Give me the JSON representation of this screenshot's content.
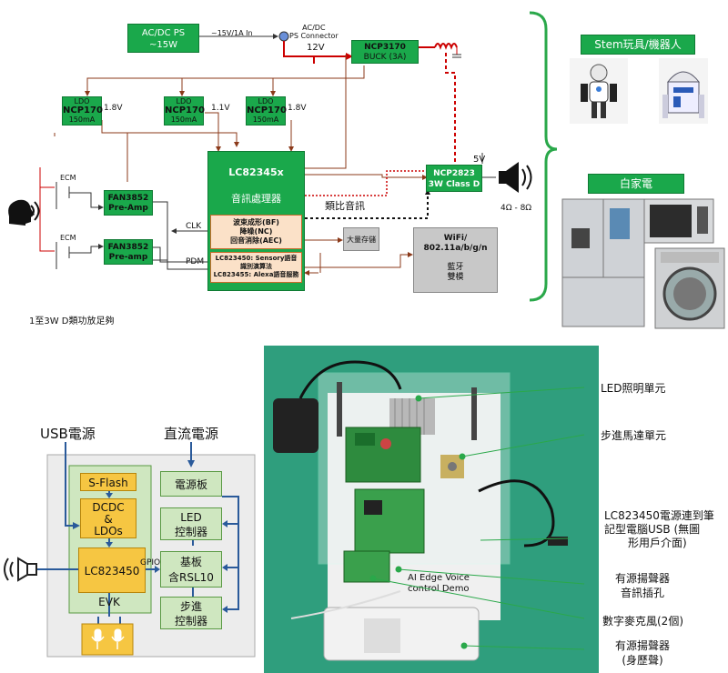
{
  "top": {
    "acdc_ps": {
      "line1": "AC/DC PS",
      "line2": "~15W"
    },
    "input_label": "~15V/1A In",
    "connector_label": {
      "line1": "AC/DC",
      "line2": "PS Connector"
    },
    "v12": "12V",
    "buck": {
      "line1": "NCP3170",
      "line2": "BUCK (3A)"
    },
    "ldos": [
      {
        "top": "LDO",
        "name": "NCP170",
        "cur": "150mA",
        "v": "1.8V"
      },
      {
        "top": "LDO",
        "name": "NCP170",
        "cur": "150mA",
        "v": "1.1V"
      },
      {
        "top": "LDO",
        "name": "NCP170",
        "cur": "150mA",
        "v": "1.8V"
      }
    ],
    "lc_main": {
      "title": "LC82345x",
      "sub": "音訊處理器"
    },
    "lc_panel": {
      "l1": "波束成形(BF)",
      "l2": "降噪(NC)",
      "l3": "回音消除(AEC)"
    },
    "lc_panel2": {
      "l1": "LC823450: Sensory語音",
      "l2": "識別演算法",
      "l3": "LC823455: Alexa語音服務"
    },
    "ecm": [
      "ECM",
      "ECM"
    ],
    "preamp1": {
      "line1": "FAN3852",
      "line2": "Pre-Amp"
    },
    "preamp2": {
      "line1": "FAN3852",
      "line2": "Pre-amp"
    },
    "clk": "CLK",
    "pdm": "PDM",
    "v5": "5V",
    "classd": {
      "line1": "NCP2823",
      "line2": "3W Class D"
    },
    "analog": "類比音訊",
    "ohm": "4Ω - 8Ω",
    "storage": "大量存儲",
    "wifi": {
      "line1": "WiFi/",
      "line2": "802.11a/b/g/n",
      "line3": "藍牙",
      "line4": "雙模"
    },
    "note": "1至3W D類功放足夠",
    "stem": "Stem玩具/機器人",
    "appliance": "白家電"
  },
  "bottom": {
    "usb": "USB電源",
    "dc": "直流電源",
    "sflash": "S-Flash",
    "dcdc": {
      "l1": "DCDC",
      "l2": "&",
      "l3": "LDOs"
    },
    "lc": "LC823450",
    "evk": "EVK",
    "gpio": "GPIO",
    "power_board": "電源板",
    "led_ctrl": {
      "l1": "LED",
      "l2": "控制器"
    },
    "base": {
      "l1": "基板",
      "l2": "含RSL10"
    },
    "step_ctrl": {
      "l1": "步進",
      "l2": "控制器"
    },
    "photo_text": {
      "l1": "AI Edge Voice",
      "l2": "control Demo"
    },
    "callouts": [
      "LED照明單元",
      "步進馬達單元",
      "LC823450電源連到筆",
      "記型電腦USB (無圖",
      "形用戶介面)",
      "有源揚聲器",
      "音訊插孔",
      "數字麥克風(2個)",
      "有源揚聲器",
      "(身歷聲)"
    ]
  }
}
